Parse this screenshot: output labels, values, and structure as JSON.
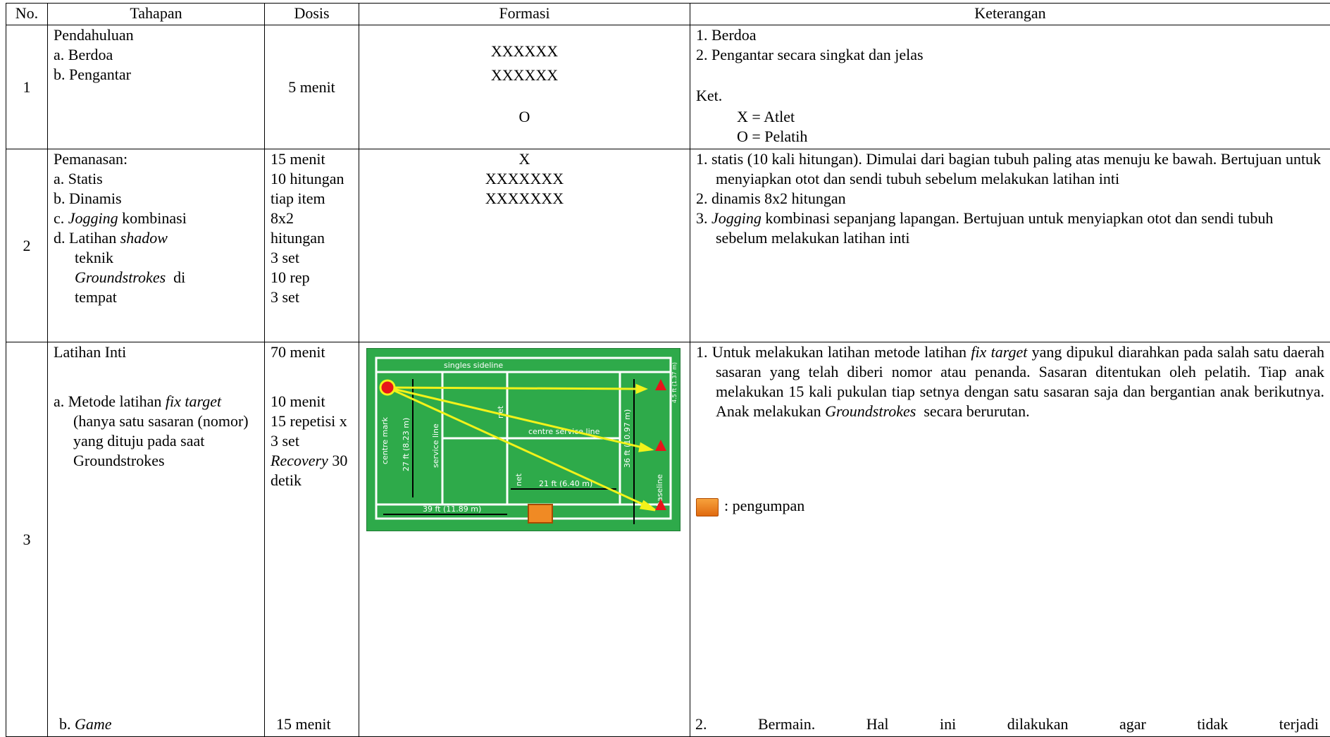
{
  "headers": {
    "no": "No.",
    "tahapan": "Tahapan",
    "dosis": "Dosis",
    "formasi": "Formasi",
    "keterangan": "Keterangan"
  },
  "row1": {
    "no": "1",
    "tahapan": {
      "title": "Pendahuluan",
      "items": [
        "a. Berdoa",
        "b. Pengantar"
      ]
    },
    "dosis": "5 menit",
    "formasi": {
      "line1": "XXXXXX",
      "line2": "XXXXXX",
      "line3": "O"
    },
    "keterangan": {
      "items": [
        "1. Berdoa",
        "2. Pengantar secara singkat dan jelas"
      ],
      "ket": "Ket.",
      "legend_x": "X = Atlet",
      "legend_o": "O = Pelatih"
    }
  },
  "row2": {
    "no": "2",
    "tahapan": {
      "title": "Pemanasan:",
      "a": "a.  Statis",
      "b": "b. Dinamis",
      "c_pre": "c. ",
      "c_em": "Jogging",
      "c_post": " kombinasi",
      "d_pre": "d. Latihan ",
      "d_em": "shadow",
      "d_line2": "teknik",
      "d_em2": "Groundstrokes",
      "d_post2": "  di",
      "d_line4": "tempat"
    },
    "dosis": [
      "15 menit",
      "10 hitungan",
      "tiap item",
      "8x2",
      "hitungan",
      "3 set",
      "10 rep",
      "3 set"
    ],
    "formasi": {
      "line1": "X",
      "line2": "XXXXXXX",
      "line3": "XXXXXXX"
    },
    "keterangan": {
      "i1": "1.  statis (10 kali hitungan). Dimulai dari bagian tubuh paling atas menuju ke bawah. Bertujuan untuk menyiapkan otot dan sendi tubuh sebelum melakukan latihan inti",
      "i2": "2.  dinamis 8x2 hitungan",
      "i3_pre": "3. ",
      "i3_em": "Jogging",
      "i3_post": " kombinasi sepanjang lapangan. Bertujuan untuk menyiapkan otot dan sendi tubuh sebelum melakukan latihan inti"
    }
  },
  "row3": {
    "no": "3",
    "tahapan": {
      "title": "Latihan Inti",
      "a_pre": "a. Metode latihan ",
      "a_em": "fix target",
      "a_post": " (hanya satu sasaran (nomor) yang dituju pada saat Groundstrokes",
      "b_pre": "b. ",
      "b_em": "Game"
    },
    "dosis": {
      "d1": "70 menit",
      "d2": "10 menit",
      "d3": "15 repetisi x",
      "d4": "3 set",
      "d5_em": "Recovery",
      "d5_post": " 30",
      "d6": "detik",
      "d7": "15 menit"
    },
    "court": {
      "singles_sideline": "singles sideline",
      "centre_mark": "centre mark",
      "dim_27ft": "27 ft (8.23 m)",
      "service_line": "service line",
      "net": "net",
      "centre_service_line": "centre service line",
      "dim_36ft": "36 ft (10.97 m)",
      "dim_21ft": "21 ft (6.40 m)",
      "dim_39ft": "39 ft (11.89 m)",
      "baseline": "baseline",
      "dim_side": "4.5 ft (1.37 m)",
      "colors": {
        "court": "#2eaa4a",
        "lines": "#ffffff",
        "arrow": "#f2f21a",
        "target": "#e8141a",
        "feeder": "#f08a24"
      }
    },
    "keterangan": {
      "i1_pre": "1. Untuk melakukan latihan metode latihan ",
      "i1_em": "fix target",
      "i1_mid": " yang dipukul diarahkan pada salah satu daerah sasaran yang telah diberi nomor atau penanda. Sasaran ditentukan oleh pelatih. Tiap anak melakukan 15 kali pukulan tiap setnya dengan satu sasaran saja dan bergantian anak berikutnya. Anak melakukan ",
      "i1_em2": "Groundstrokes",
      "i1_post": "  secara berurutan.",
      "feeder_label": ": pengumpan",
      "i2": "2. Bermain. Hal ini dilakukan agar tidak terjadi"
    }
  }
}
